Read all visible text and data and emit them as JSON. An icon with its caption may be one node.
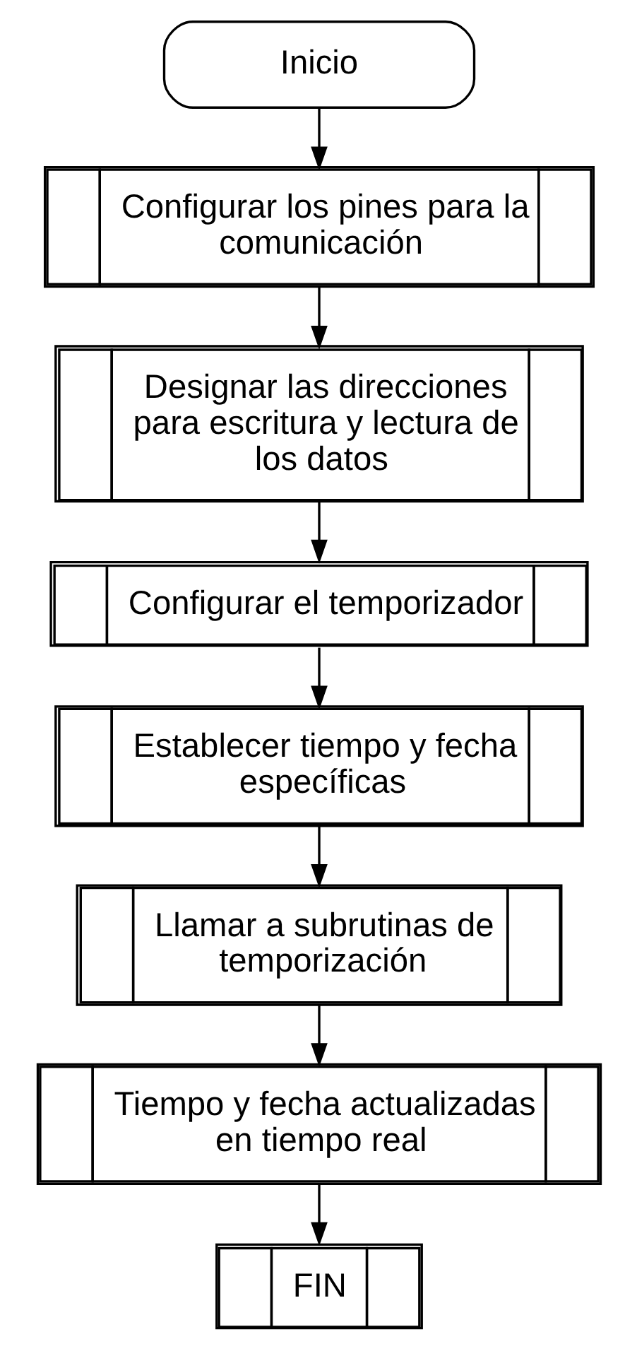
{
  "diagram": {
    "nodes": [
      {
        "text": [
          "Inicio"
        ]
      },
      {
        "text": [
          "Configurar los pines para la comunicación"
        ]
      },
      {
        "text": [
          "Designar las direcciones para escritura y lectura de los datos"
        ]
      },
      {
        "text": [
          "Configurar el temporizador"
        ]
      },
      {
        "text": [
          "Establecer tiempo y fecha específicas"
        ]
      },
      {
        "text": [
          "Llamar a subrutinas de temporización"
        ]
      },
      {
        "text": [
          "Tiempo y fecha actualizadas en tiempo real"
        ]
      },
      {
        "text": [
          "FIN"
        ]
      }
    ],
    "edges": [
      {
        "from": 0,
        "to": 1,
        "arrow": "to"
      },
      {
        "from": 1,
        "to": 2,
        "arrow": "to"
      },
      {
        "from": 2,
        "to": 3,
        "arrow": "to"
      },
      {
        "from": 3,
        "to": 4,
        "arrow": "to"
      },
      {
        "from": 4,
        "to": 5,
        "arrow": "to"
      },
      {
        "from": 5,
        "to": 6,
        "arrow": "to"
      },
      {
        "from": 6,
        "to": 7,
        "arrow": "to"
      }
    ]
  }
}
